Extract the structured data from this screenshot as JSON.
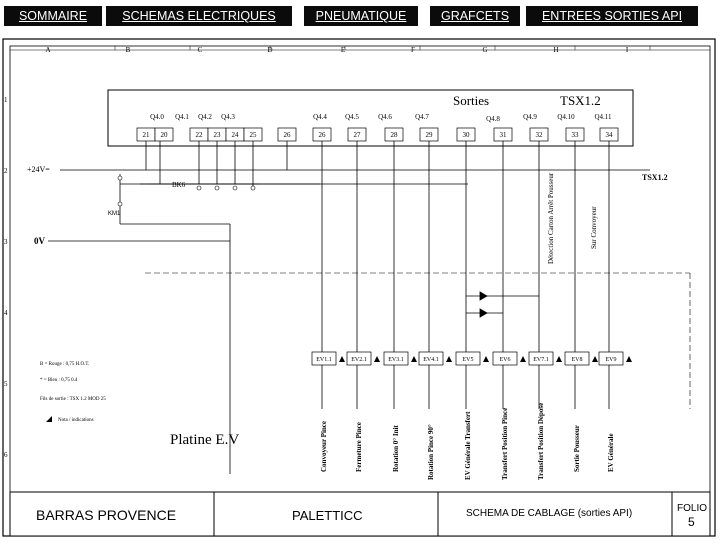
{
  "nav": {
    "items": [
      "SOMMAIRE",
      "SCHEMAS ELECTRIQUES",
      "PNEUMATIQUE",
      "GRAFCETS",
      "ENTREES SORTIES API"
    ]
  },
  "grid": {
    "columns": [
      "A",
      "B",
      "C",
      "D",
      "E",
      "F",
      "G",
      "H",
      "I"
    ],
    "rows": [
      "1",
      "2",
      "3",
      "4",
      "5",
      "6"
    ]
  },
  "plc": {
    "title": "Sorties",
    "model": "TSX1.2",
    "output_labels": [
      "Q4.0",
      "Q4.1",
      "Q4.2",
      "Q4.3",
      "Q4.4",
      "Q4.5",
      "Q4.6",
      "Q4.7",
      "Q4.8",
      "Q4.9",
      "Q4.10",
      "Q4.11"
    ],
    "terminals": [
      "21",
      "20",
      "22",
      "23",
      "24",
      "25",
      "26",
      "26",
      "27",
      "28",
      "29",
      "30",
      "31",
      "32",
      "33",
      "34"
    ]
  },
  "power": {
    "plus": "+24V=",
    "zero": "0V",
    "tsx_ref": "TSX1.2",
    "km1": "KM1",
    "bk6": "BK6"
  },
  "valves": {
    "labels": [
      "EV1.1",
      "EV2.1",
      "EV3.1",
      "EV4.1",
      "EV5",
      "EV6",
      "EV7.1",
      "EV8",
      "EV9"
    ]
  },
  "functions": [
    "Convoyeur Pince",
    "Fermeture Pince",
    "Rotation 0° Init",
    "Rotation Pince 90°",
    "EV Générale Transfert",
    "Transfert Position Pince",
    "Transfert Position Dépose",
    "Sortie Pousseur",
    "EV Générale"
  ],
  "vertical_labels": [
    "Détection Carton Arrêt Pousseur",
    "Sur Convoyeur"
  ],
  "legend": {
    "lines": [
      "B = Rouge : 0,75 H.O.T.",
      "* = Bleu : 0,75 0.4",
      "Fils de sortie : TSX 1.2 MOD 25"
    ],
    "note": "Nota / indications"
  },
  "platine": "Platine E.V",
  "titleblock": {
    "company": "BARRAS PROVENCE",
    "project": "PALETTICC",
    "description": "SCHEMA DE CABLAGE (sorties API)",
    "folio_label": "FOLIO",
    "folio_number": "5"
  },
  "colors": {
    "nav_bg": "#0b0b0b",
    "nav_text": "#ffffff",
    "line": "#000000"
  }
}
